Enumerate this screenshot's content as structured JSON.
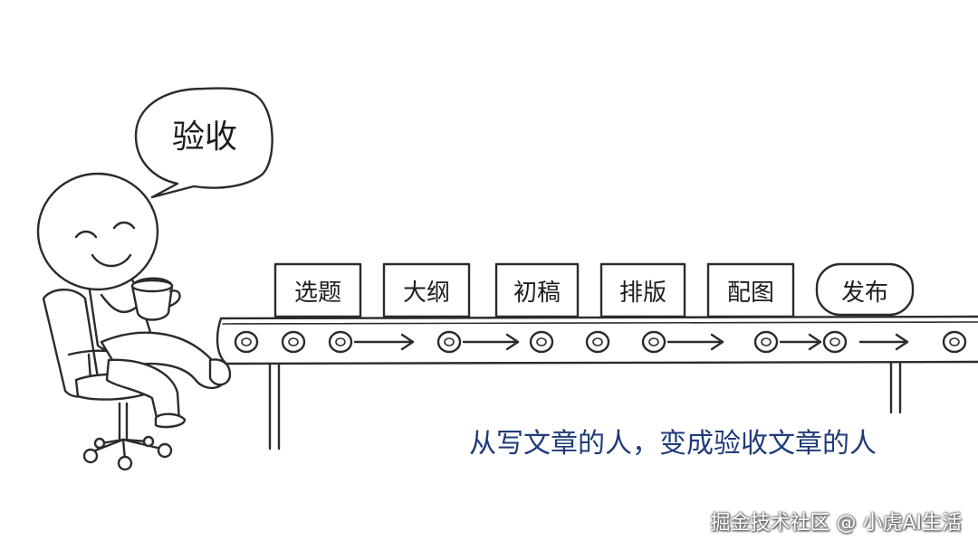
{
  "speech_bubble": {
    "text": "验收"
  },
  "pipeline": {
    "steps": [
      {
        "label": "选题"
      },
      {
        "label": "大纲"
      },
      {
        "label": "初稿"
      },
      {
        "label": "排版"
      },
      {
        "label": "配图"
      },
      {
        "label": "发布"
      }
    ]
  },
  "tagline": {
    "text": "从写文章的人，变成验收文章的人",
    "color": "#1f3b78"
  },
  "watermark": {
    "text": "掘金技术社区 @ 小虎AI生活"
  },
  "icons": [
    "coffee-cup-icon",
    "office-chair-icon",
    "arrow-right-icon",
    "roller-icon"
  ]
}
